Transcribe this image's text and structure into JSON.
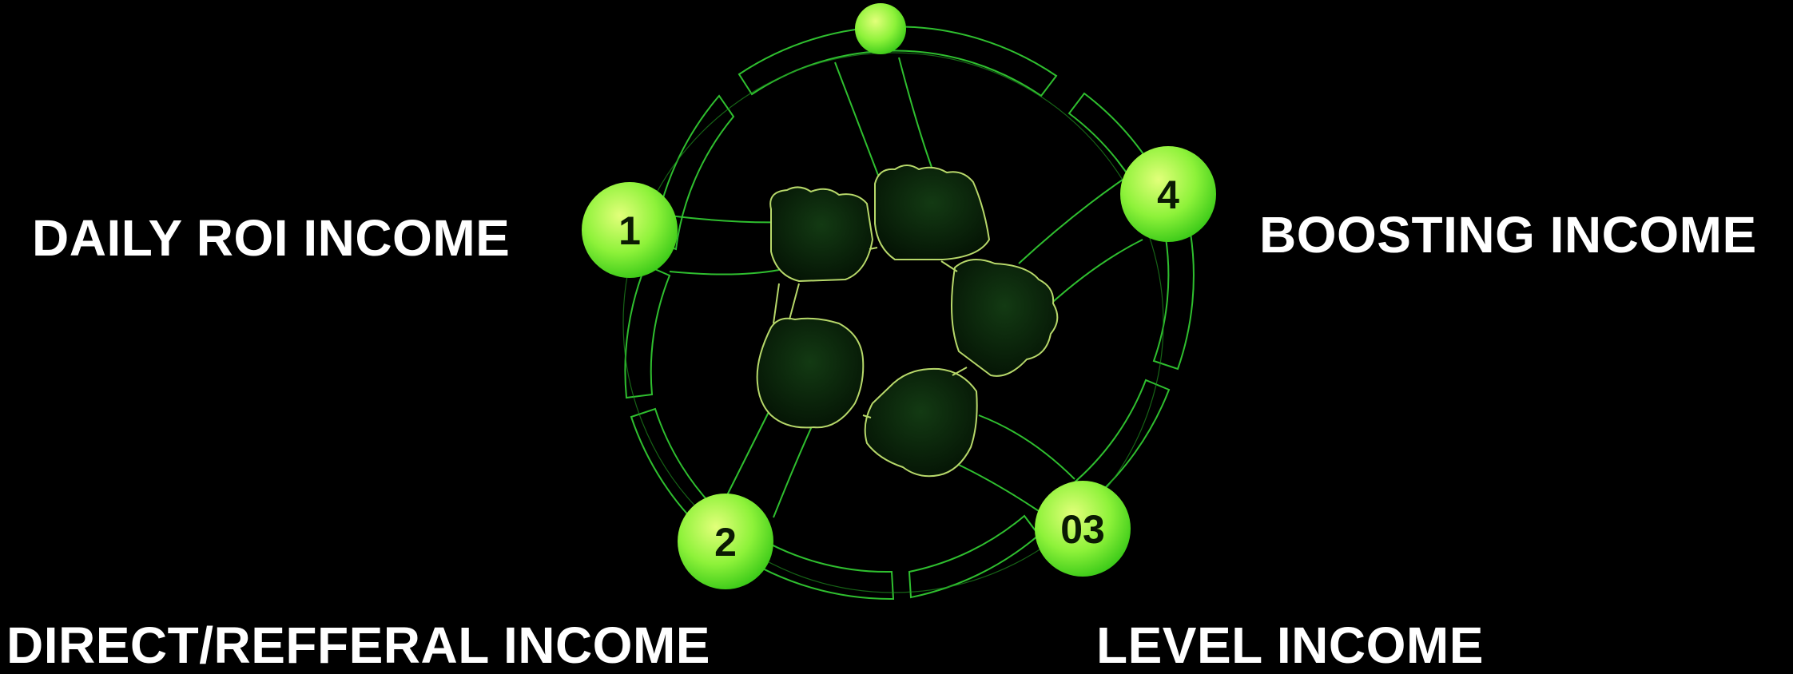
{
  "labels": {
    "daily_roi": "DAILY ROI  INCOME",
    "boosting": "BOOSTING INCOME",
    "direct_referral": "DIRECT/REFFERAL INCOME",
    "level": "LEVEL INCOME"
  },
  "nodes": {
    "n1": "1",
    "n2": "2",
    "n3": "03",
    "n4": "4",
    "top": ""
  },
  "colors": {
    "background": "#000000",
    "ring_stroke": "#2fbf2f",
    "node_light": "#c8ff5a",
    "node_dark": "#3fd11a",
    "fist_fill": "#0c2a0c",
    "fist_stroke": "#b7d86a",
    "text": "#ffffff"
  },
  "icons": {
    "center": "five-fists-unity-icon"
  }
}
